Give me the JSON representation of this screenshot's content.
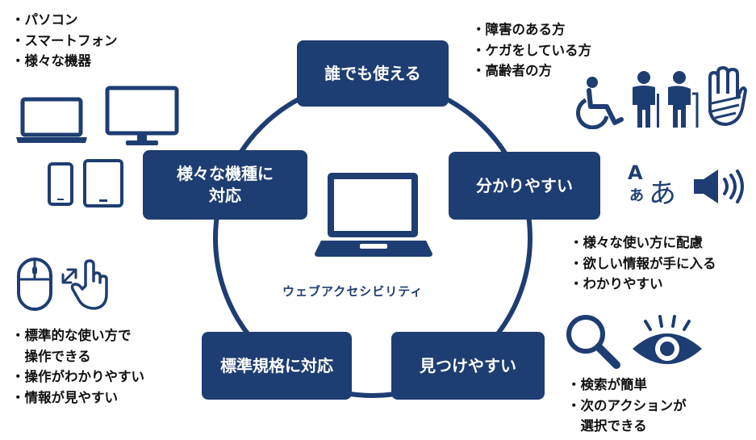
{
  "center": {
    "label": "ウェブアクセシビリティ"
  },
  "boxes": {
    "top": "誰でも使える",
    "right": "分かりやすい",
    "bottom_right": "見つけやすい",
    "bottom_left": "標準規格に対応",
    "left_line1": "様々な機種に",
    "left_line2": "対応"
  },
  "lists": {
    "devices": [
      "・パソコン",
      "・スマートフォン",
      "・様々な機器"
    ],
    "people": [
      "・障害のある方",
      "・ケガをしている方",
      "・高齢者の方"
    ],
    "understand": [
      "・様々な使い方に配慮",
      "・欲しい情報が手に入る",
      "・わかりやすい"
    ],
    "findable": [
      "・検索が簡単",
      "・次のアクションが",
      "　選択できる"
    ],
    "standards": [
      "・標準的な使い方で",
      "　操作できる",
      "・操作がわかりやすい",
      "・情報が見やすい"
    ]
  },
  "icon_text": {
    "latin": "A",
    "small_kana": "あ",
    "big_kana": "あ"
  },
  "colors": {
    "primary": "#1e3d72",
    "text": "#111111"
  }
}
